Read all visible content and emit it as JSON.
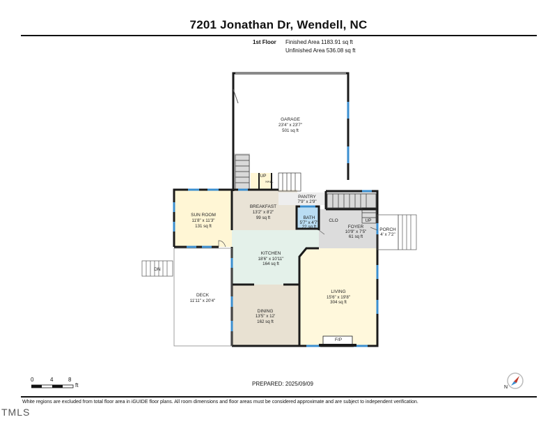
{
  "header": {
    "title": "7201 Jonathan Dr, Wendell, NC"
  },
  "floor": {
    "label": "1st Floor",
    "finished": "Finished Area 1183.91 sq ft",
    "unfinished": "Unfinished Area 536.08 sq ft"
  },
  "rooms": {
    "garage": {
      "name": "GARAGE",
      "dims": "23'4\" x 23'7\"",
      "area": "501 sq ft"
    },
    "sunroom": {
      "name": "SUN ROOM",
      "dims": "11'8\" x 11'3\"",
      "area": "131 sq ft"
    },
    "breakfast": {
      "name": "BREAKFAST",
      "dims": "13'2\" x 8'2\"",
      "area": "99 sq ft"
    },
    "pantry": {
      "name": "PANTRY",
      "dims": "7'9\" x 2'9\""
    },
    "bath": {
      "name": "BATH",
      "dims": "5'7\" x 4'7\"",
      "area": "22 sq ft"
    },
    "clo": {
      "name": "CLO"
    },
    "foyer": {
      "name": "FOYER",
      "dims": "10'9\" x 7'5\"",
      "area": "61 sq ft"
    },
    "porch": {
      "name": "PORCH",
      "dims": "4' x 7'2\""
    },
    "kitchen": {
      "name": "KITCHEN",
      "dims": "18'6\" x 10'11\"",
      "area": "164 sq ft"
    },
    "deck": {
      "name": "DECK",
      "dims": "11'11\" x 20'4\""
    },
    "dining": {
      "name": "DINING",
      "dims": "13'5\" x 12'",
      "area": "162 sq ft"
    },
    "living": {
      "name": "LIVING",
      "dims": "15'6\" x 19'8\"",
      "area": "304 sq ft"
    },
    "hall": {
      "name": "HALL"
    },
    "fp": {
      "name": "F/P"
    }
  },
  "stairs": {
    "up_label": "UP",
    "down_label": "DN"
  },
  "scale": {
    "t0": "0",
    "t4": "4",
    "t8": "8",
    "unit": "ft"
  },
  "prepared": "PREPARED: 2025/09/09",
  "compass": {
    "letter": "N"
  },
  "footnote": "White regions are excluded from total floor area in iGUIDE floor plans. All room dimensions and floor areas must be considered approximate and are subject to independent verification.",
  "watermark": "TMLS",
  "colors": {
    "wall": "#1a1a1a",
    "window": "#3b8fd0",
    "sunroom": "#fff6d5",
    "breakfast": "#e9e3d6",
    "kitchen": "#e4f1ea",
    "dining": "#e8e1d2",
    "living": "#fff8dc",
    "bath": "#b9dcf3",
    "garage": "#ffffff",
    "unfinished": "#d9d9d9"
  }
}
